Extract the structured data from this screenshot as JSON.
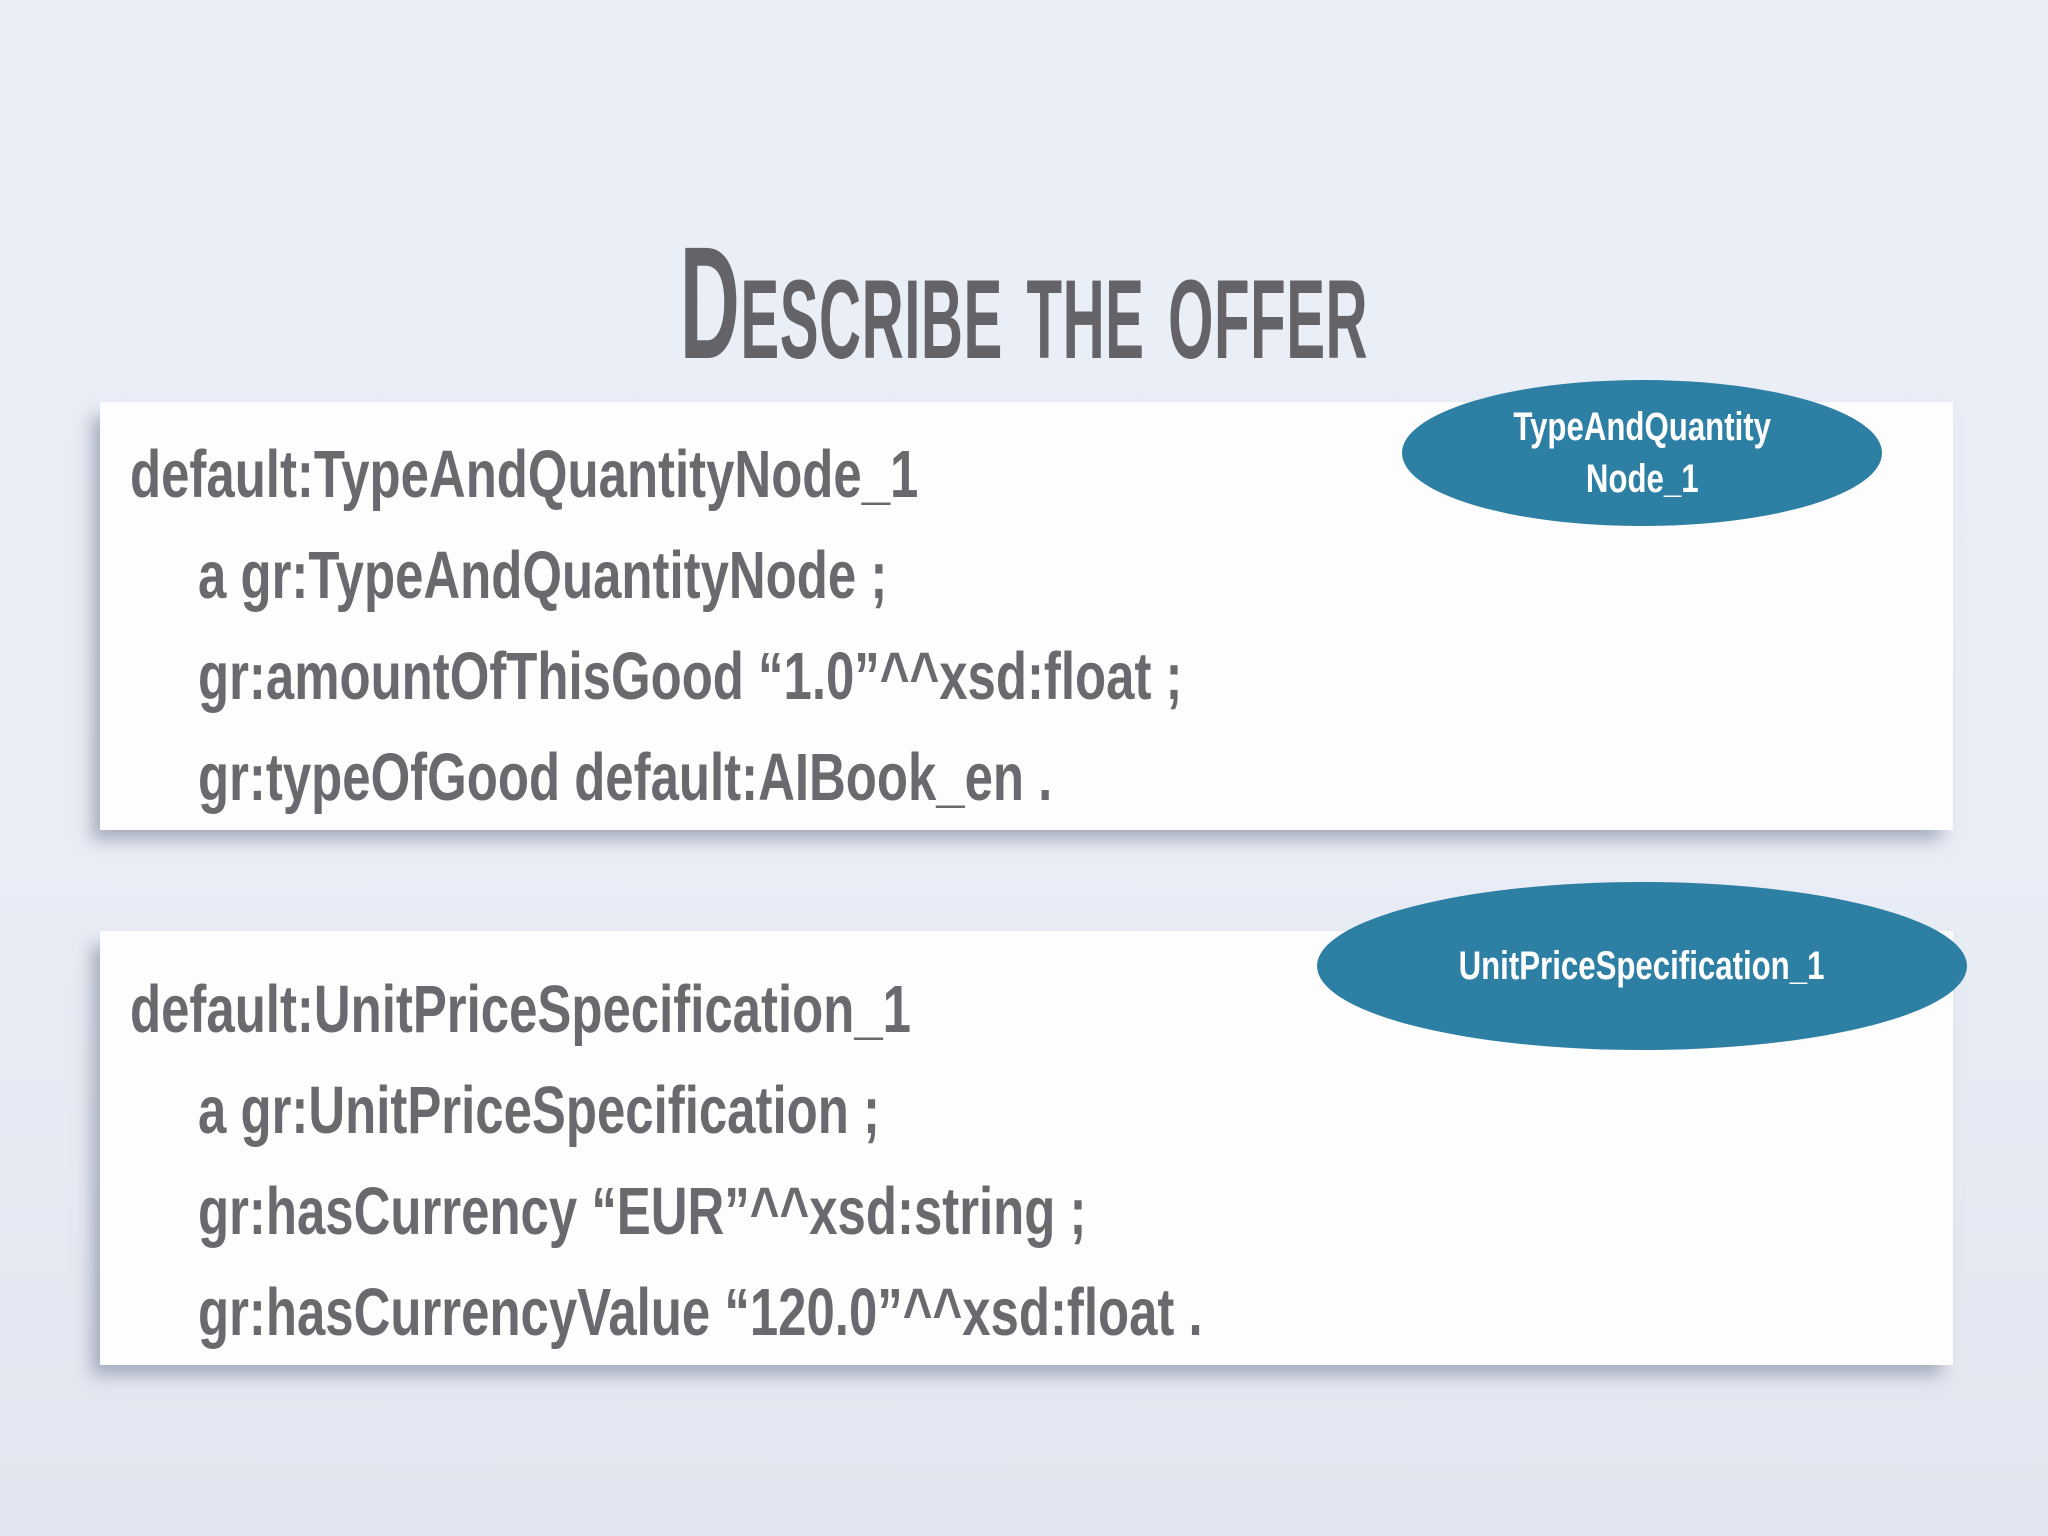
{
  "slide": {
    "title": "Describe the offer",
    "colors": {
      "background": "#e9edf6",
      "box_background": "#fdfdfe",
      "code_text": "#6a6a6e",
      "title_text": "#646468",
      "node_fill": "#2e7fa4",
      "node_text": "#ffffff"
    },
    "blocks": [
      {
        "badge": {
          "lines": [
            "TypeAndQuantity",
            "Node_1"
          ]
        },
        "code": [
          {
            "text": "default:TypeAndQuantityNode_1",
            "indent": false
          },
          {
            "text": "a gr:TypeAndQuantityNode ;",
            "indent": true
          },
          {
            "text": "gr:amountOfThisGood “1.0”^^xsd:float ;",
            "indent": true
          },
          {
            "text": "gr:typeOfGood default:AIBook_en .",
            "indent": true
          }
        ]
      },
      {
        "badge": {
          "lines": [
            "UnitPriceSpecification_1"
          ]
        },
        "code": [
          {
            "text": "default:UnitPriceSpecification_1",
            "indent": false
          },
          {
            "text": "a gr:UnitPriceSpecification ;",
            "indent": true
          },
          {
            "text": "gr:hasCurrency “EUR”^^xsd:string ;",
            "indent": true
          },
          {
            "text": "gr:hasCurrencyValue “120.0”^^xsd:float .",
            "indent": true
          }
        ]
      }
    ]
  }
}
